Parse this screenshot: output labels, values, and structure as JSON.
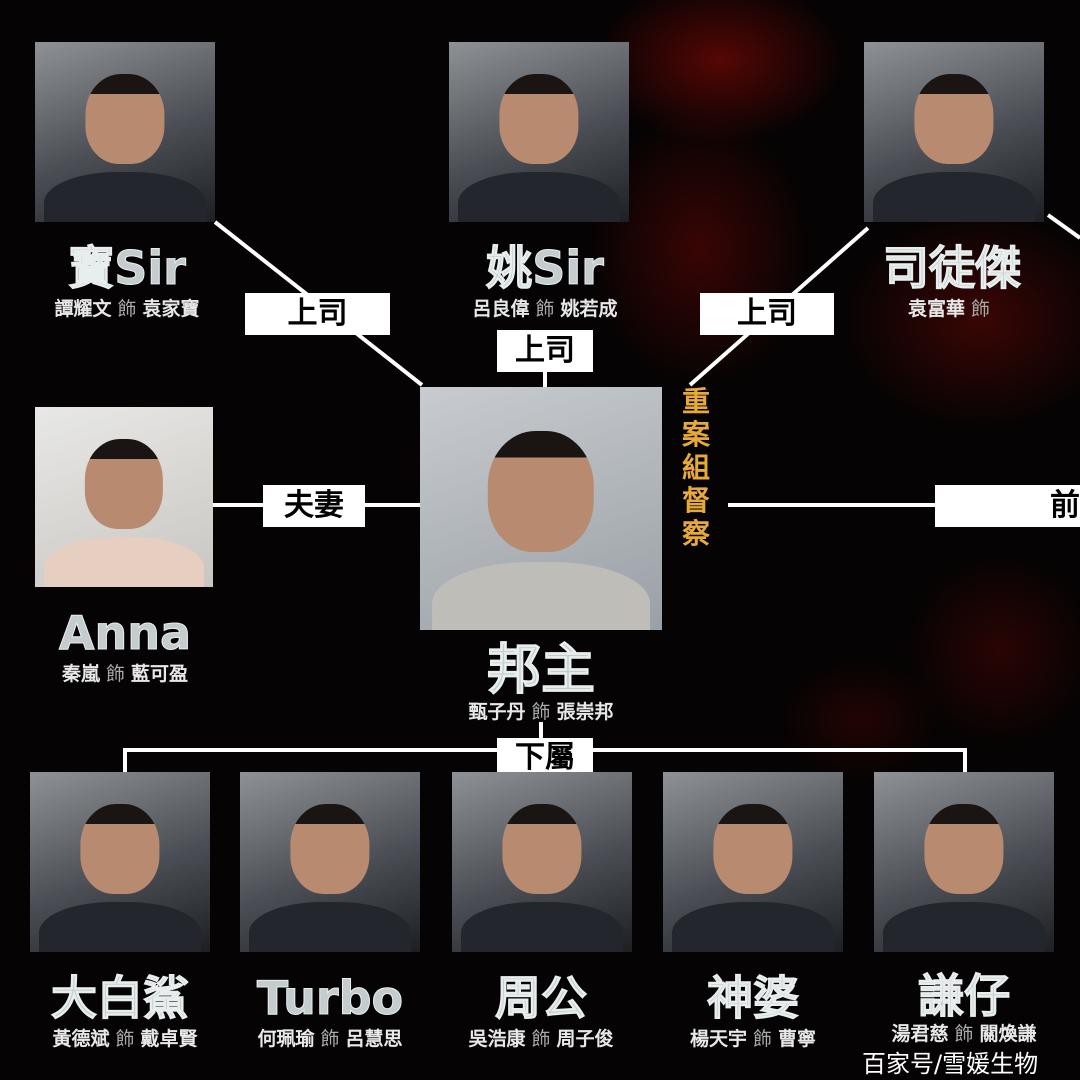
{
  "colors": {
    "background": "#050303",
    "accent_red": "#8a0a05",
    "label_bg": "#ffffff",
    "gold": "#e6a93a",
    "name": "#c4ccce"
  },
  "connector": "飾",
  "top": [
    {
      "name": "寶Sir",
      "actor": "譚耀文",
      "role": "袁家寶"
    },
    {
      "name": "姚Sir",
      "actor": "呂良偉",
      "role": "姚若成"
    },
    {
      "name": "司徒傑",
      "actor": "袁富華",
      "role": ""
    }
  ],
  "labels": {
    "boss_left": "上司",
    "boss_center": "上司",
    "boss_right": "上司",
    "spouse": "夫妻",
    "former": "前",
    "subordinates": "下屬"
  },
  "center": {
    "name": "邦主",
    "actor": "甄子丹",
    "role": "張崇邦",
    "title": "重案組督察"
  },
  "wife": {
    "name": "Anna",
    "actor": "秦嵐",
    "role": "藍可盈"
  },
  "bottom": [
    {
      "name": "大白鯊",
      "actor": "黃德斌",
      "role": "戴卓賢"
    },
    {
      "name": "Turbo",
      "actor": "何珮瑜",
      "role": "呂慧思"
    },
    {
      "name": "周公",
      "actor": "吳浩康",
      "role": "周子俊"
    },
    {
      "name": "神婆",
      "actor": "楊天宇",
      "role": "曹寧"
    },
    {
      "name": "謙仔",
      "actor": "湯君慈",
      "role": "關煥謙"
    }
  ],
  "watermark": "百家号/雪媛生物"
}
